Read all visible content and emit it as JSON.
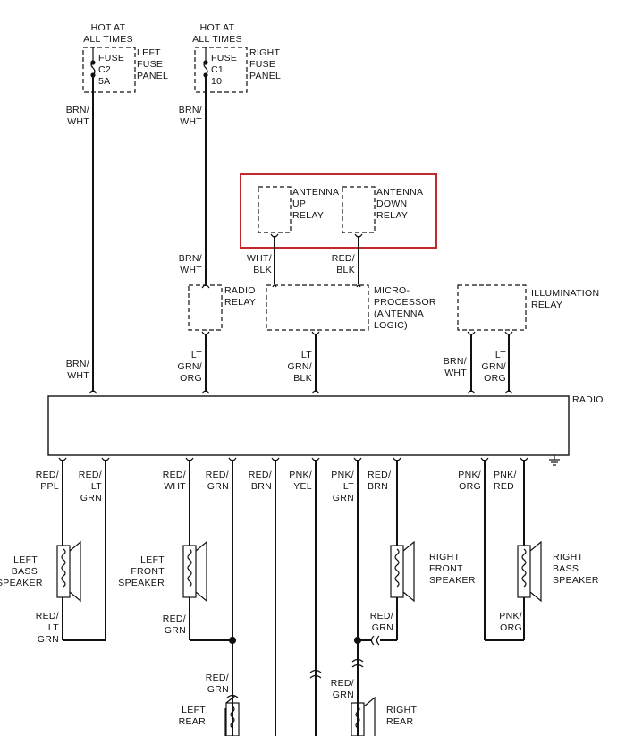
{
  "fuses": {
    "left": {
      "hot": "HOT AT\nALL TIMES",
      "body": "FUSE\nC2\n5A",
      "panel": "LEFT\nFUSE\nPANEL"
    },
    "right": {
      "hot": "HOT AT\nALL TIMES",
      "body": "FUSE\nC1\n10",
      "panel": "RIGHT\nFUSE\nPANEL"
    }
  },
  "relays": {
    "antenna_up": "ANTENNA\nUP\nRELAY",
    "antenna_down": "ANTENNA\nDOWN\nRELAY",
    "radio": "RADIO\nRELAY",
    "microprocessor": "MICRO-\nPROCESSOR\n(ANTENNA\nLOGIC)",
    "illumination": "ILLUMINATION\nRELAY"
  },
  "radio_label": "RADIO",
  "wires": {
    "w_left_fuse": "BRN/\nWHT",
    "w_right_fuse": "BRN/\nWHT",
    "w_radio_relay_in": "BRN/\nWHT",
    "w_up_relay": "WHT/\nBLK",
    "w_down_relay": "RED/\nBLK",
    "w_radio_left": "BRN/\nWHT",
    "w_radio_relay_out": "LT\nGRN/\nORG",
    "w_micro_out": "LT\nGRN/\nBLK",
    "w_illum_1": "BRN/\nWHT",
    "w_illum_2": "LT\nGRN/\nORG",
    "w_b1": "RED/\nPPL",
    "w_b2": "RED/\nLT\nGRN",
    "w_b3": "RED/\nWHT",
    "w_b4": "RED/\nGRN",
    "w_b5": "RED/\nBRN",
    "w_b6": "PNK/\nYEL",
    "w_b7": "PNK/\nLT\nGRN",
    "w_b8": "RED/\nBRN",
    "w_b9": "PNK/\nORG",
    "w_b10": "PNK/\nRED",
    "w_lb_bottom": "RED/\nLT\nGRN",
    "w_lf_bottom": "RED/\nGRN",
    "w_rf_bottom": "RED/\nGRN",
    "w_rb_bottom": "PNK/\nORG",
    "w_lr_top": "RED/\nGRN",
    "w_rr_top": "RED/\nGRN"
  },
  "speakers": {
    "left_bass": "LEFT\nBASS\nSPEAKER",
    "left_front": "LEFT\nFRONT\nSPEAKER",
    "right_front": "RIGHT\nFRONT\nSPEAKER",
    "right_bass": "RIGHT\nBASS\nSPEAKER",
    "left_rear": "LEFT\nREAR",
    "right_rear": "RIGHT\nREAR"
  },
  "colors": {
    "ink": "#111111",
    "highlight": "#c0282d"
  }
}
